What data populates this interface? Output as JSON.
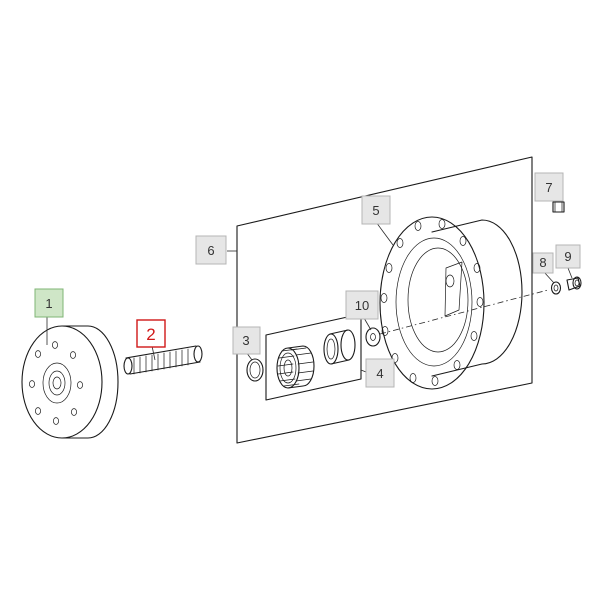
{
  "callouts": [
    {
      "id": "c1",
      "label": "1",
      "style": "green"
    },
    {
      "id": "c2",
      "label": "2",
      "style": "red"
    },
    {
      "id": "c3",
      "label": "3",
      "style": "gray"
    },
    {
      "id": "c4",
      "label": "4",
      "style": "gray"
    },
    {
      "id": "c5",
      "label": "5",
      "style": "gray"
    },
    {
      "id": "c6",
      "label": "6",
      "style": "gray"
    },
    {
      "id": "c7",
      "label": "7",
      "style": "gray"
    },
    {
      "id": "c8",
      "label": "8",
      "style": "gray"
    },
    {
      "id": "c9",
      "label": "9",
      "style": "gray"
    },
    {
      "id": "c10",
      "label": "10",
      "style": "gray"
    }
  ],
  "colors": {
    "gray_box_fill": "#e6e6e6",
    "gray_box_stroke": "#b5b5b5",
    "green_box_fill": "#cfe6c7",
    "green_box_stroke": "#7fb574",
    "red_box_fill": "#ffffff",
    "red_box_stroke": "#d01818",
    "line": "#1a1a1a"
  }
}
